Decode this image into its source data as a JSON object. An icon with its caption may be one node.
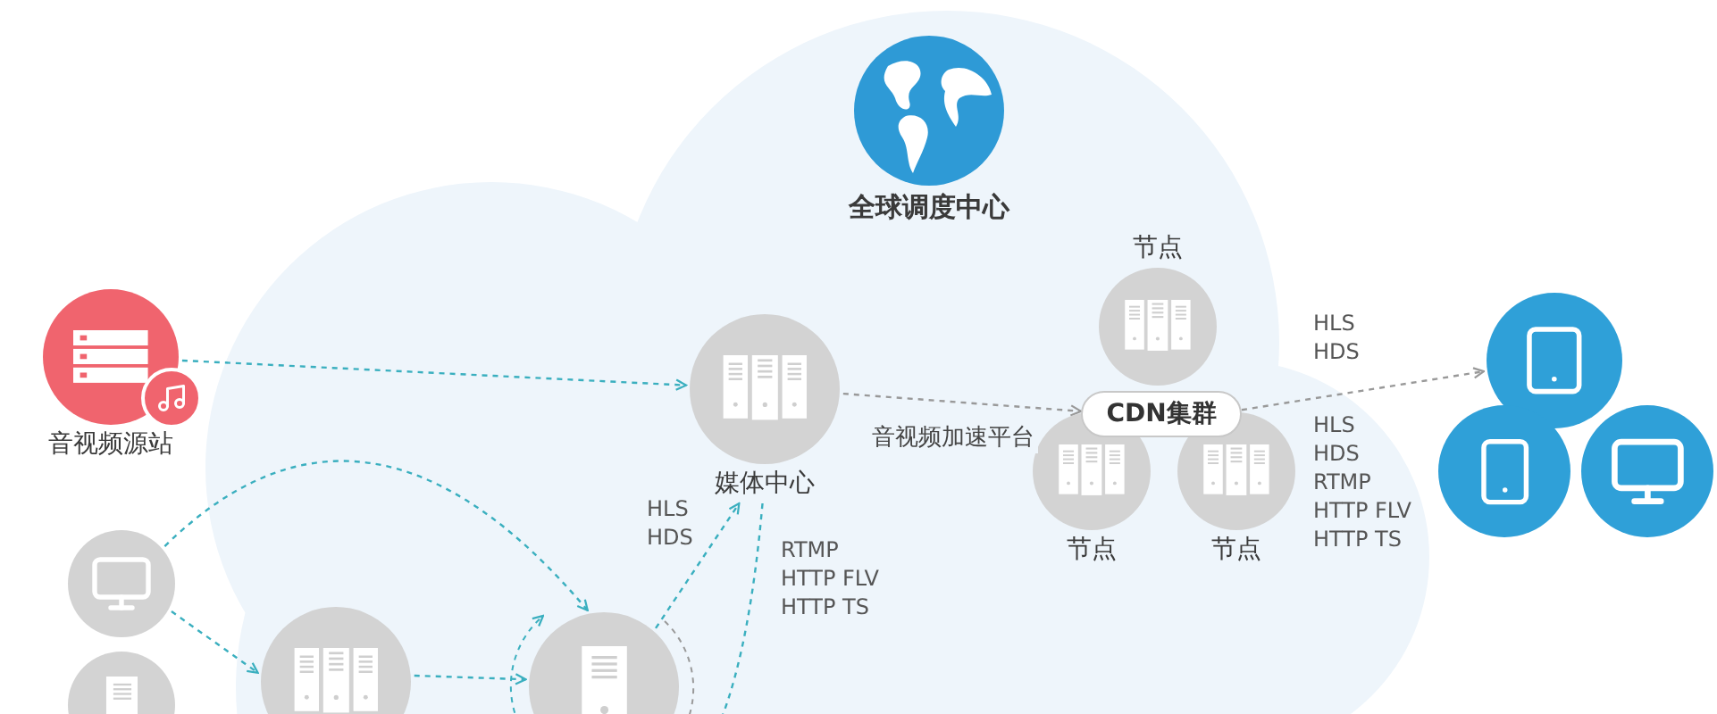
{
  "diagram": {
    "nodes": [
      {
        "text": [
          "全球调度中心"
        ]
      },
      {
        "text": [
          "音视频源站"
        ]
      },
      {
        "text": [
          "媒体中心"
        ]
      },
      {
        "text": [
          "CDN集群"
        ]
      },
      {
        "text": [
          "节点"
        ]
      },
      {
        "text": [
          "节点"
        ]
      },
      {
        "text": [
          "节点"
        ]
      },
      {
        "text": [],
        "shape": "circle"
      },
      {
        "text": [],
        "shape": "circle"
      },
      {
        "text": [],
        "shape": "circle"
      },
      {
        "text": [],
        "shape": "circle"
      },
      {
        "text": [],
        "shape": "circle"
      },
      {
        "text": [],
        "shape": "circle"
      },
      {
        "text": [],
        "shape": "circle"
      }
    ],
    "edges": [
      {
        "from": 1,
        "to": 2,
        "arrow": "to",
        "style": "dashed"
      },
      {
        "from": 2,
        "to": 3,
        "arrow": "to",
        "style": "dashed",
        "color": "#999999",
        "label": "音视频加速平台"
      },
      {
        "from": 3,
        "to": 7,
        "arrow": "to",
        "style": "dashed",
        "color": "#999999"
      },
      {
        "from": 10,
        "to": 13,
        "arrow": "to",
        "style": "dashed"
      },
      {
        "from": 10,
        "to": 12,
        "arrow": "to",
        "style": "dashed"
      },
      {
        "from": 12,
        "to": 13,
        "arrow": "to",
        "style": "dashed"
      },
      {
        "from": 13,
        "to": 2,
        "arrow": "to",
        "style": "dashed"
      },
      {
        "from": 2,
        "to": null,
        "arrow": "none",
        "style": "dashed"
      }
    ],
    "labels": [
      "HLS",
      "HDS",
      "RTMP",
      "HTTP FLV",
      "HTTP TS",
      "HLS",
      "HDS",
      "HLS",
      "HDS",
      "RTMP",
      "HTTP FLV",
      "HTTP TS"
    ]
  }
}
